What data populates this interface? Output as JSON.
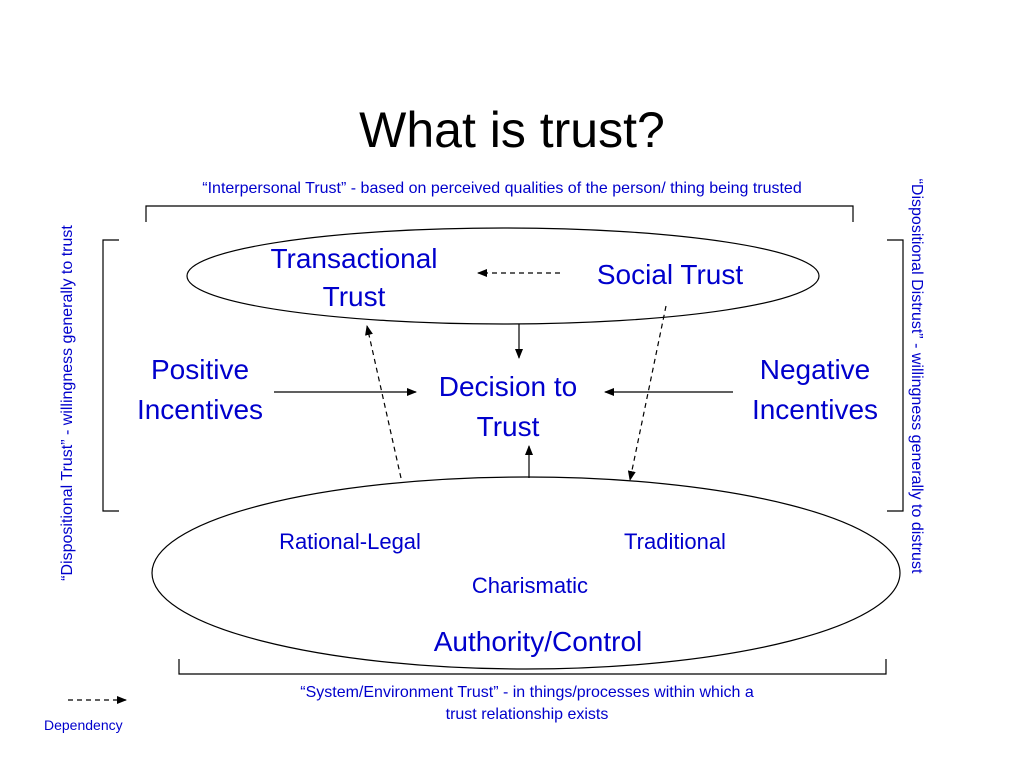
{
  "title": "What is trust?",
  "interpersonal_label": "“Interpersonal Trust” - based on perceived qualities of the person/ thing being trusted",
  "dispositional_trust_label": "“Dispositional Trust” - willingness generally to trust",
  "dispositional_distrust_label": "“Dispositional Distrust” - willingness generally to distrust",
  "system_label": "“System/Environment Trust” - in things/processes within which a trust relationship exists",
  "nodes": {
    "transactional_line1": "Transactional",
    "transactional_line2": "Trust",
    "social": "Social Trust",
    "positive_line1": "Positive",
    "positive_line2": "Incentives",
    "decision_line1": "Decision to",
    "decision_line2": "Trust",
    "negative_line1": "Negative",
    "negative_line2": "Incentives",
    "rational_legal": "Rational-Legal",
    "traditional": "Traditional",
    "charismatic": "Charismatic",
    "authority": "Authority/Control"
  },
  "legend": {
    "dependency": "Dependency"
  },
  "colors": {
    "label_blue": "#0000cc",
    "line_black": "#000000"
  }
}
